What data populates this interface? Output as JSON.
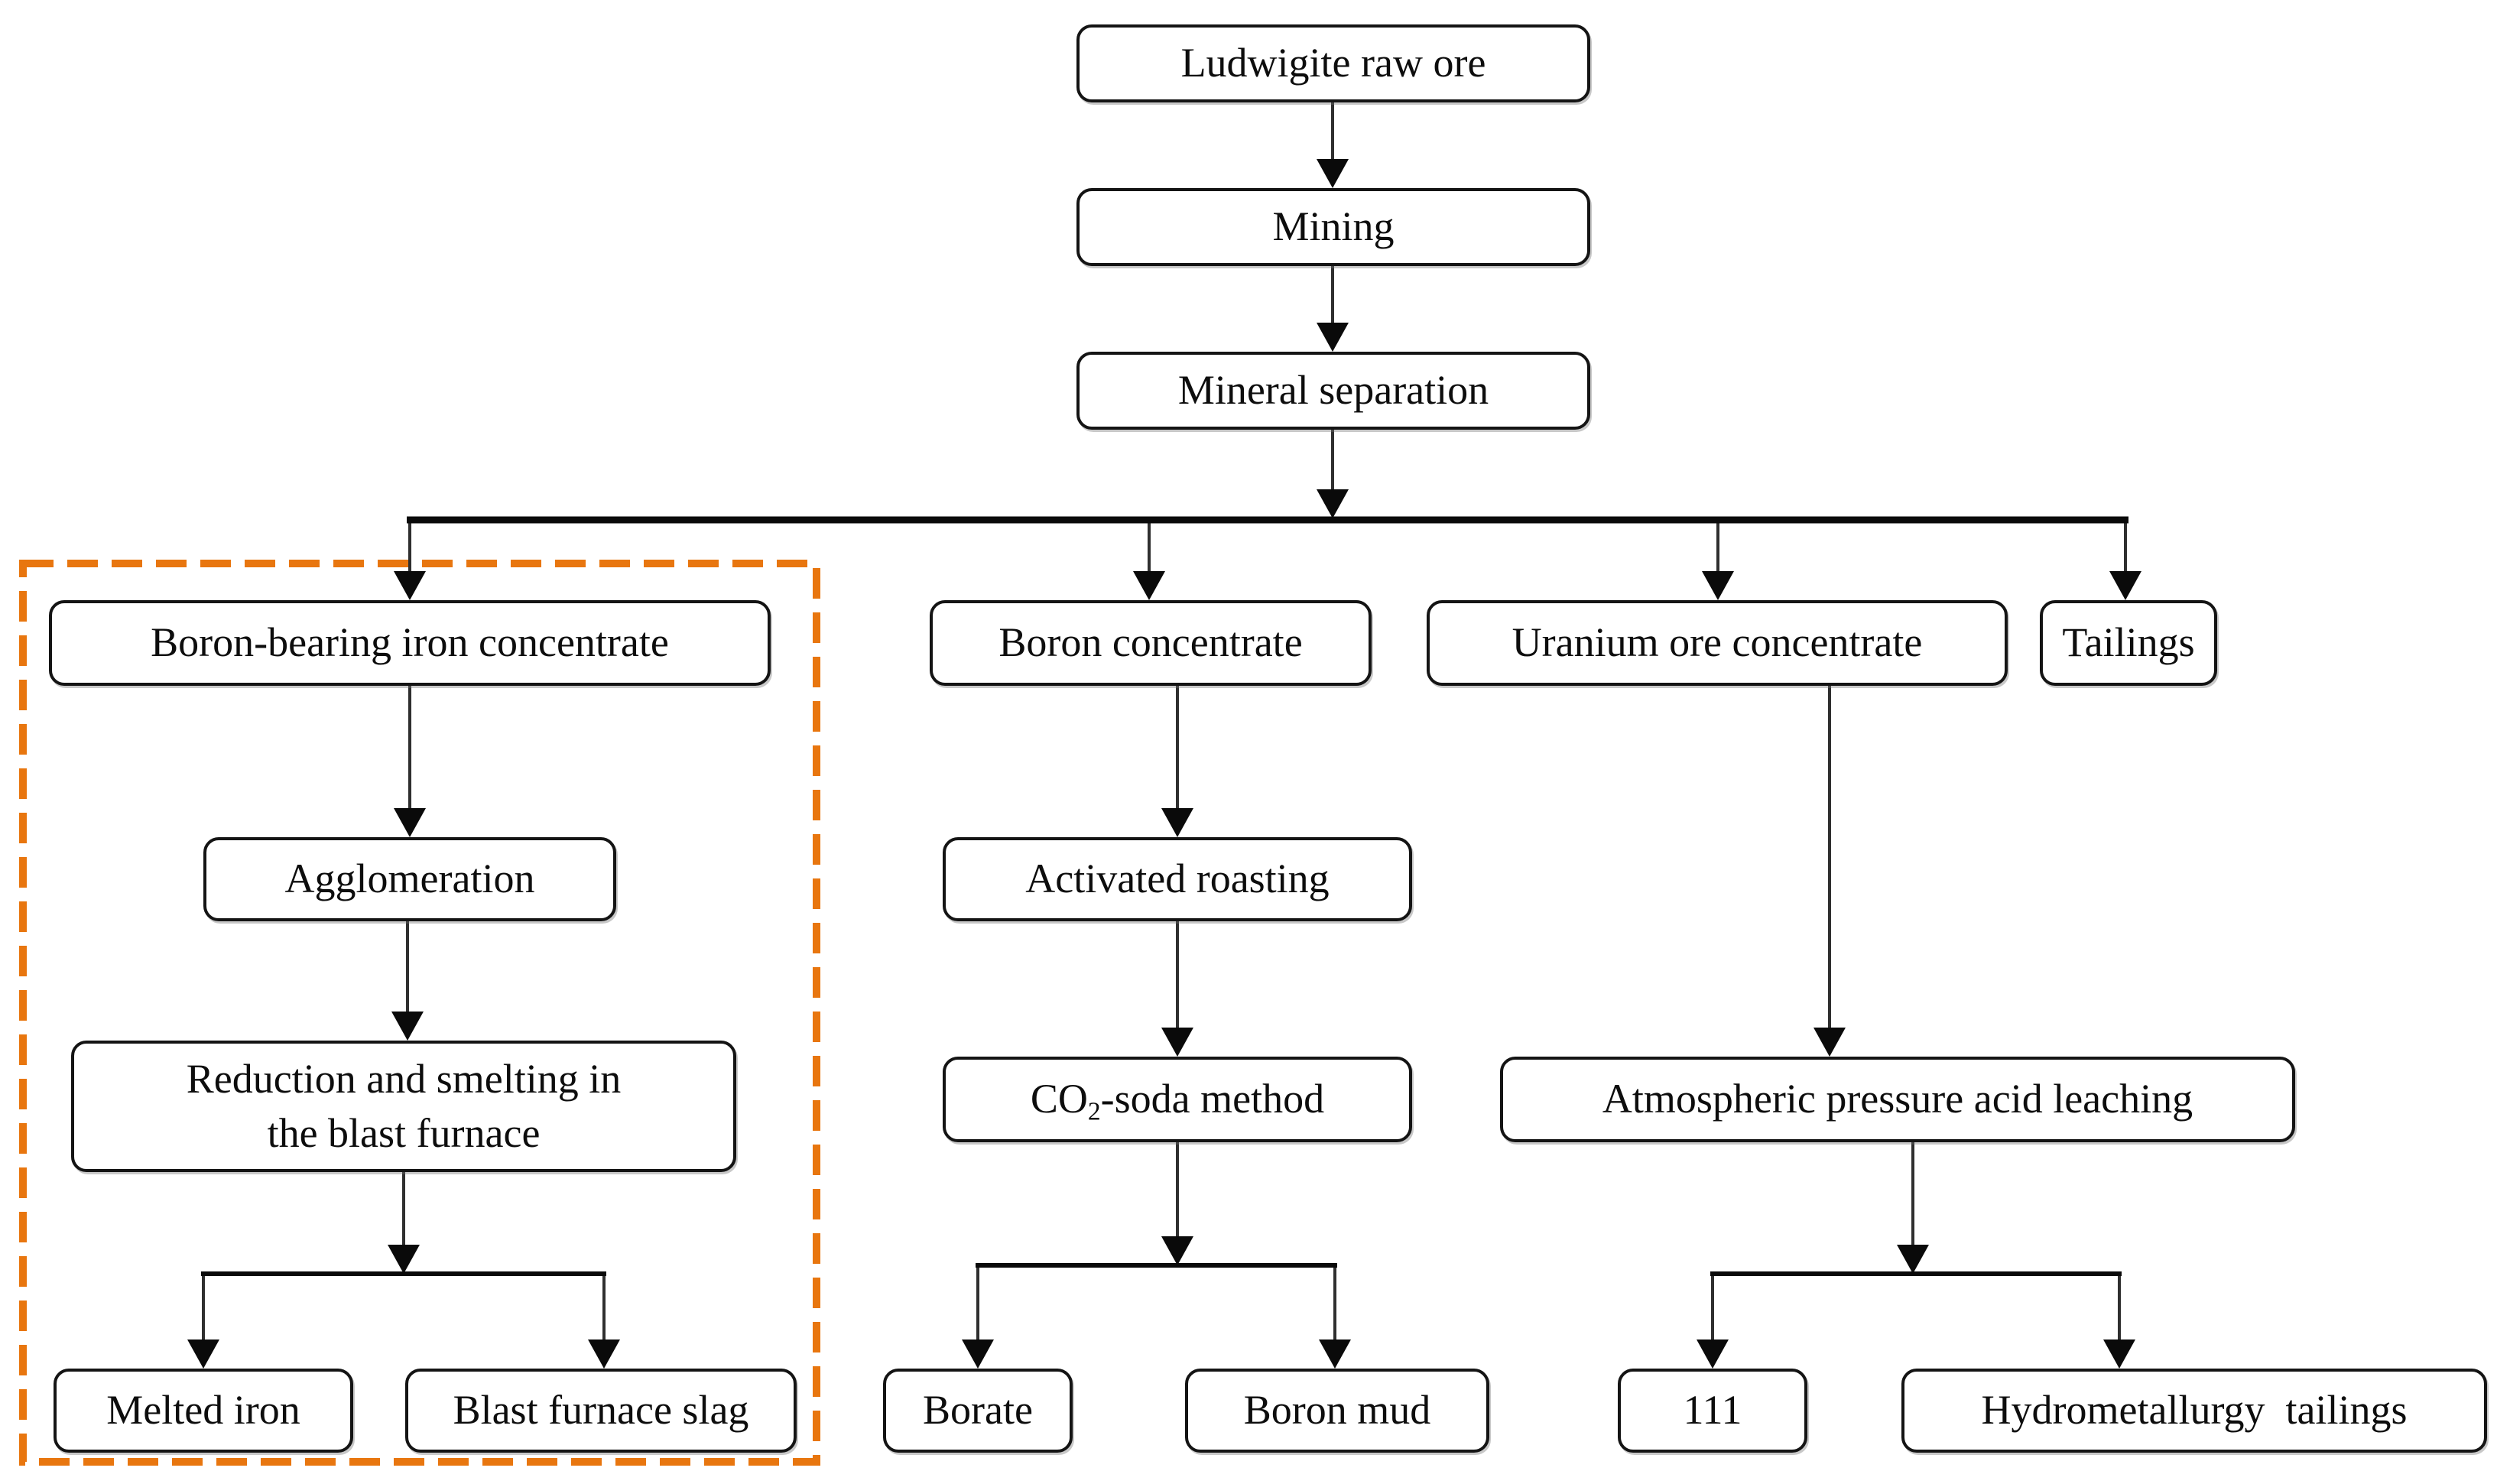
{
  "colors": {
    "accent_orange": "#E8760F",
    "line_dark": "#2F2F2F",
    "bar_black": "#0A0A0A",
    "box_border": "#141414",
    "box_fill": "#FFFFFF",
    "text": "#0D0D0D"
  },
  "nodes": {
    "ludwigite": {
      "label": "Ludwigite raw ore"
    },
    "mining": {
      "label": "Mining"
    },
    "mineral_separation": {
      "label": "Mineral separation"
    },
    "boron_bearing": {
      "label": "Boron-bearing iron concentrate"
    },
    "boron_concentrate": {
      "label": "Boron concentrate"
    },
    "uranium_ore": {
      "label": "Uranium ore concentrate"
    },
    "tailings": {
      "label": "Tailings"
    },
    "agglomeration": {
      "label": "Agglomeration"
    },
    "activated_roasting": {
      "label": "Activated roasting"
    },
    "reduction_smelting": {
      "label_line1": "Reduction and smelting in",
      "label_line2": "the blast furnace"
    },
    "co2_soda": {
      "prefix": "CO",
      "sub": "2",
      "suffix": "-soda method"
    },
    "atmospheric": {
      "label": "Atmospheric pressure acid leaching"
    },
    "melted_iron": {
      "label": "Melted iron"
    },
    "blast_furnace_slag": {
      "label": "Blast furnace slag"
    },
    "borate": {
      "label": "Borate"
    },
    "boron_mud": {
      "label": "Boron mud"
    },
    "box_111": {
      "label": "111"
    },
    "hydro_tailings": {
      "label": "Hydrometallurgy  tailings"
    }
  },
  "edges": [
    {
      "from": "ludwigite",
      "to": "mining"
    },
    {
      "from": "mining",
      "to": "mineral_separation"
    },
    {
      "from": "mineral_separation",
      "to": "boron_bearing"
    },
    {
      "from": "mineral_separation",
      "to": "boron_concentrate"
    },
    {
      "from": "mineral_separation",
      "to": "uranium_ore"
    },
    {
      "from": "mineral_separation",
      "to": "tailings"
    },
    {
      "from": "boron_bearing",
      "to": "agglomeration"
    },
    {
      "from": "agglomeration",
      "to": "reduction_smelting"
    },
    {
      "from": "reduction_smelting",
      "to": "melted_iron"
    },
    {
      "from": "reduction_smelting",
      "to": "blast_furnace_slag"
    },
    {
      "from": "boron_concentrate",
      "to": "activated_roasting"
    },
    {
      "from": "activated_roasting",
      "to": "co2_soda"
    },
    {
      "from": "co2_soda",
      "to": "borate"
    },
    {
      "from": "co2_soda",
      "to": "boron_mud"
    },
    {
      "from": "uranium_ore",
      "to": "atmospheric"
    },
    {
      "from": "atmospheric",
      "to": "box_111"
    },
    {
      "from": "atmospheric",
      "to": "hydro_tailings"
    }
  ],
  "highlight_box": {
    "style": "dashed",
    "color": "#E8760F",
    "contains": [
      "boron_bearing",
      "agglomeration",
      "reduction_smelting",
      "melted_iron",
      "blast_furnace_slag"
    ]
  }
}
